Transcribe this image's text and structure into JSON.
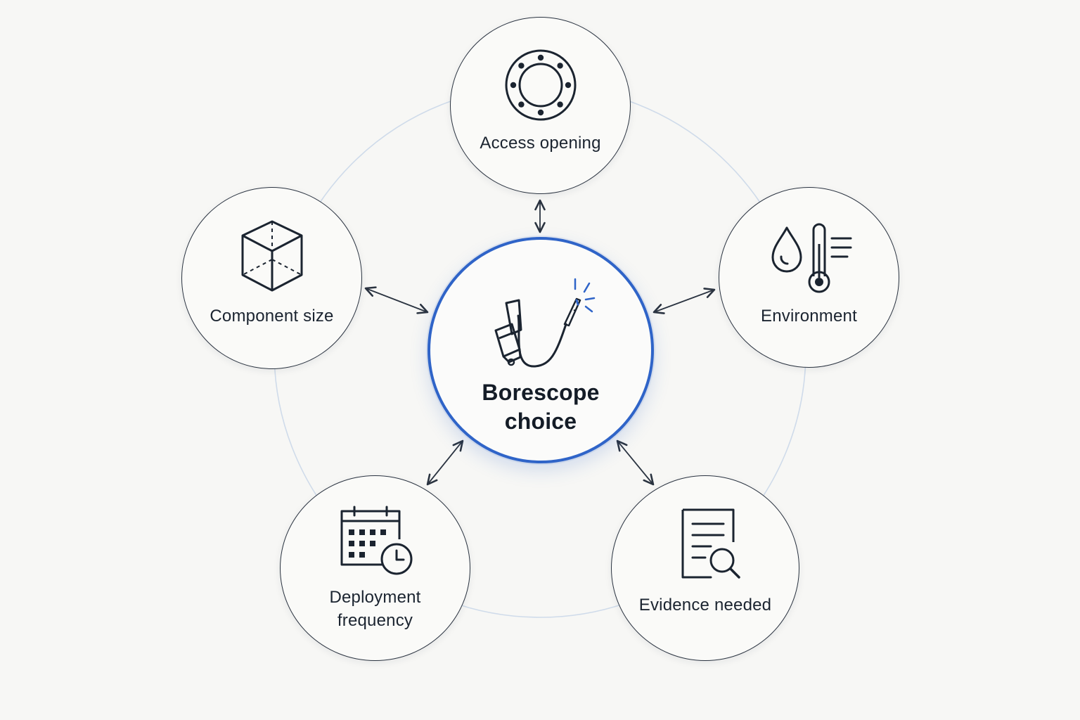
{
  "diagram": {
    "center": {
      "label": "Borescope choice",
      "icon": "borescope-icon"
    },
    "factors": [
      {
        "label": "Access opening",
        "icon": "porthole-icon"
      },
      {
        "label": "Environment",
        "icon": "droplet-thermometer-icon"
      },
      {
        "label": "Evidence needed",
        "icon": "document-search-icon"
      },
      {
        "label": "Deployment frequency",
        "icon": "calendar-clock-icon"
      },
      {
        "label": "Component size",
        "icon": "cube-icon"
      }
    ],
    "colors": {
      "background": "#f7f7f5",
      "accent": "#2f64c8",
      "stroke": "#2a3340",
      "ring": "#cfdbea"
    }
  }
}
